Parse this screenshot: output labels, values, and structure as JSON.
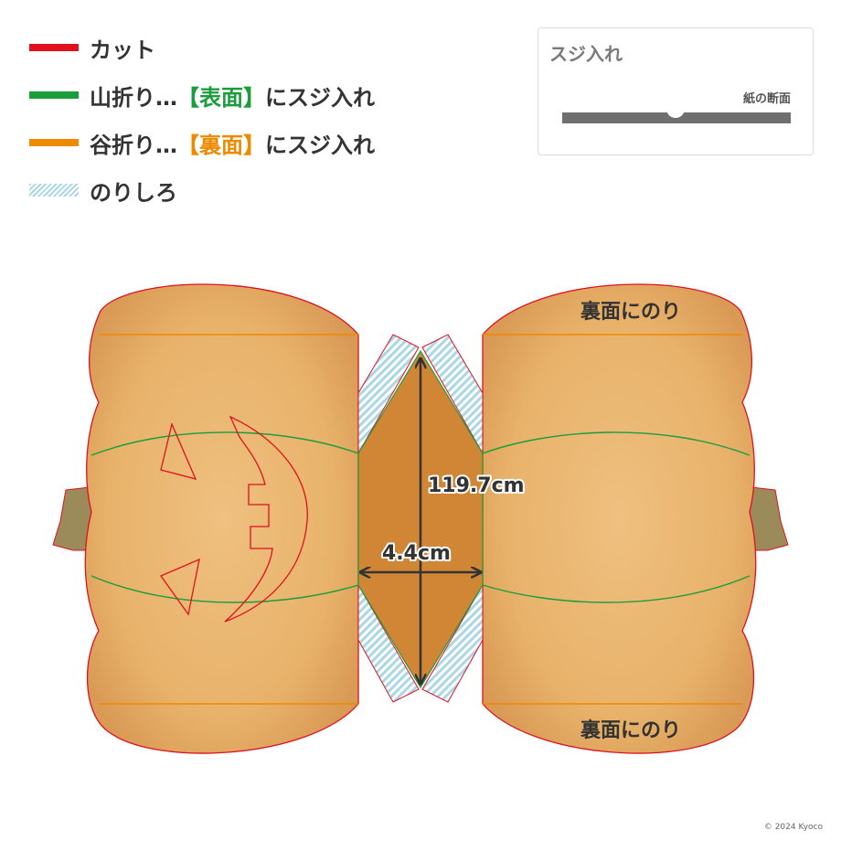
{
  "legend": {
    "cut": {
      "label": "カット",
      "color": "#e0101d"
    },
    "mountain": {
      "label_prefix": "山折り…",
      "bracket": "【表面】",
      "label_suffix": "にスジ入れ",
      "color": "#1a9e3c"
    },
    "valley": {
      "label_prefix": "谷折り…",
      "bracket": "【裏面】",
      "label_suffix": "にスジ入れ",
      "color": "#ee8a00"
    },
    "glue": {
      "label": "のりしろ",
      "color": "#a9d7e6"
    }
  },
  "scoring": {
    "title": "スジ入れ",
    "cross_section_label": "紙の断面"
  },
  "pattern": {
    "glue_back_top": "裏面にのり",
    "glue_back_bottom": "裏面にのり",
    "length_dimension": "119.7cm",
    "width_dimension": "4.4cm",
    "pumpkin_color": "#e8b26a",
    "center_strip_color": "#d08634",
    "stem_color": "#9b8b5a"
  },
  "copyright": "© 2024 Kyoco"
}
